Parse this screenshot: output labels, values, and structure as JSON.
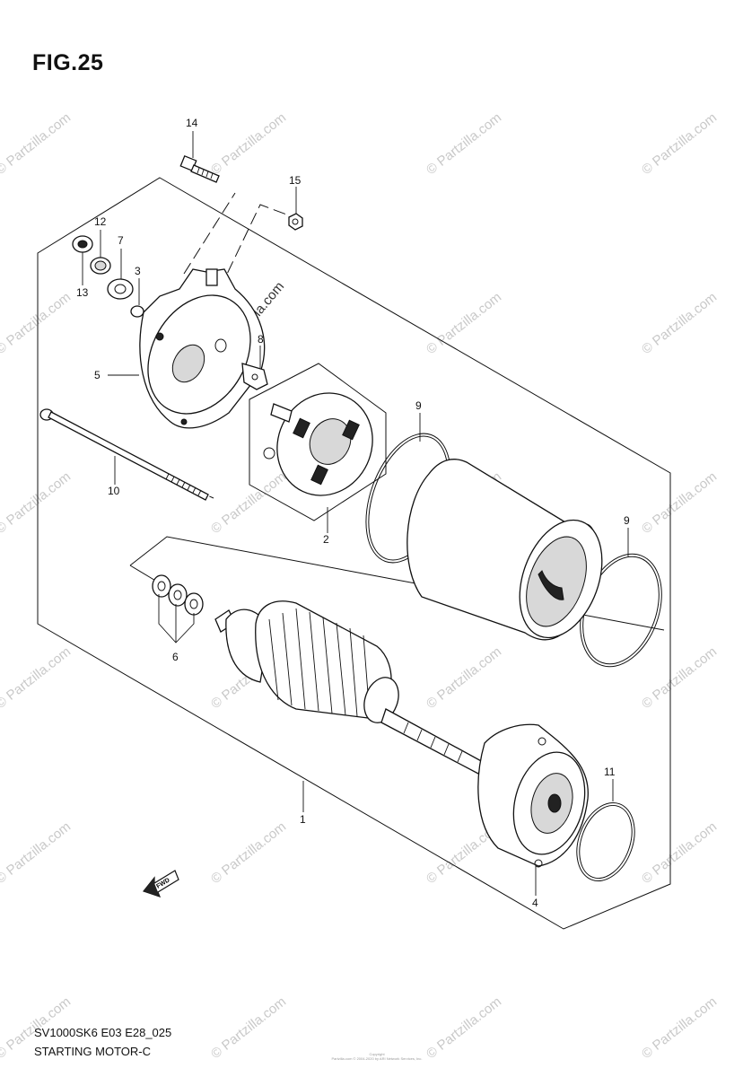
{
  "figure": {
    "title": "FIG.25",
    "code": "SV1000SK6 E03 E28_025",
    "name": "STARTING MOTOR-C"
  },
  "watermark": {
    "text": "© Partzilla.com",
    "feature_text": "Partzilla.com"
  },
  "copyright": {
    "line1": "Copyright",
    "line2": "Partzilla.com © 2004-2020 by ARI Network Services, Inc."
  },
  "callouts": [
    {
      "id": "callout-1",
      "label": "1"
    },
    {
      "id": "callout-2",
      "label": "2"
    },
    {
      "id": "callout-3",
      "label": "3"
    },
    {
      "id": "callout-4",
      "label": "4"
    },
    {
      "id": "callout-5",
      "label": "5"
    },
    {
      "id": "callout-6",
      "label": "6"
    },
    {
      "id": "callout-7",
      "label": "7"
    },
    {
      "id": "callout-8",
      "label": "8"
    },
    {
      "id": "callout-9a",
      "label": "9"
    },
    {
      "id": "callout-9b",
      "label": "9"
    },
    {
      "id": "callout-10",
      "label": "10"
    },
    {
      "id": "callout-11",
      "label": "11"
    },
    {
      "id": "callout-12",
      "label": "12"
    },
    {
      "id": "callout-13",
      "label": "13"
    },
    {
      "id": "callout-14",
      "label": "14"
    },
    {
      "id": "callout-15",
      "label": "15"
    }
  ],
  "fwd_label": "FWD",
  "colors": {
    "line": "#111111",
    "watermark": "#c9c9c9",
    "background": "#ffffff"
  },
  "icons": [
    "fwd-arrow-icon"
  ]
}
